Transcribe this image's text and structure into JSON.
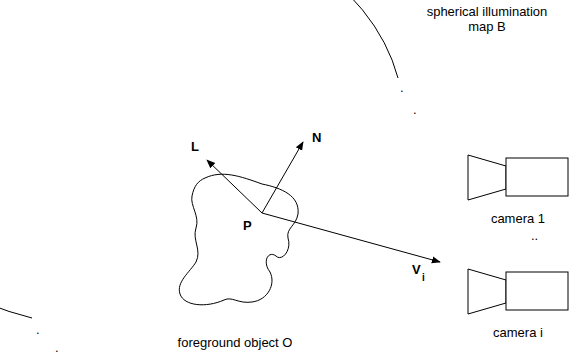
{
  "diagram": {
    "nodes": [
      {
        "text": [
          "foreground object O"
        ]
      },
      {
        "text": [
          "camera 1"
        ]
      },
      {
        "text": [
          "camera i"
        ]
      }
    ],
    "labels": [
      "spherical illumination map B",
      ".",
      ".",
      "L",
      "N",
      "P",
      "V",
      "i",
      "..",
      ".",
      "."
    ]
  }
}
